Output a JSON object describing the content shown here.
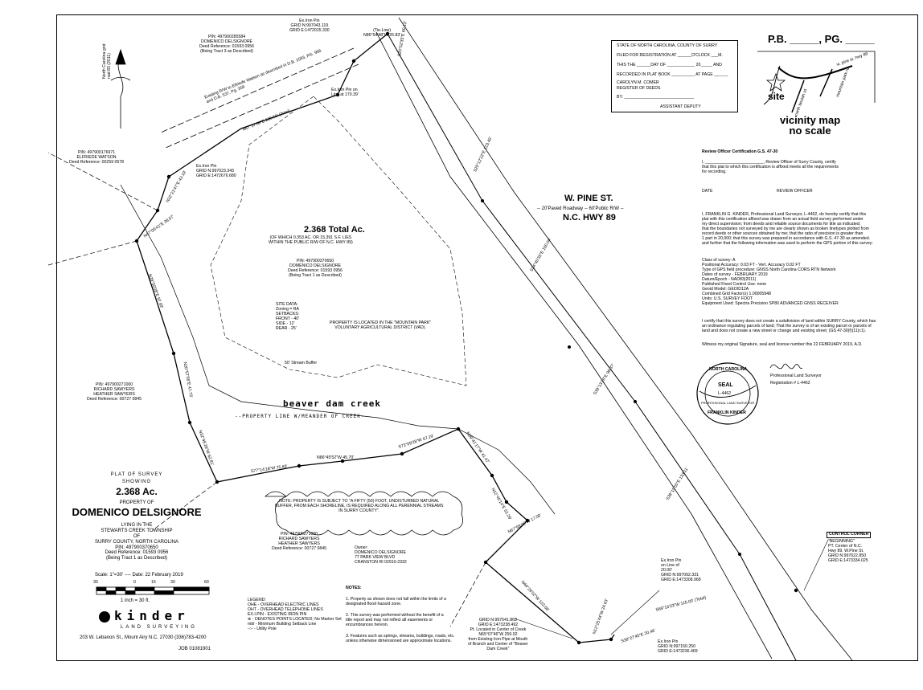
{
  "pb_pg": "P.B. _____, PG. _____",
  "vicinity": {
    "site": "site",
    "title": "vicinity map",
    "subtitle": "no scale",
    "road_a": "w. pine st. hwy 89",
    "road_b": "mountain park rd",
    "road_c": "north beulah rd"
  },
  "registration": {
    "lines": [
      "STATE OF NORTH CAROLINA, COUNTY OF SURRY",
      "FILED FOR REGISTRATION AT ______O'CLOCK ___M.",
      "THIS THE ______DAY OF ____________ 20_____ AND",
      "RECORDED IN PLAT BOOK __________ AT PAGE ______",
      "CAROLYN M. COMER",
      "REGISTER OF DEEDS",
      "BY: ______________________________",
      "ASSISTANT DEPUTY"
    ]
  },
  "review": {
    "title": "Review Officer Certification G.S. 47-30",
    "body": "I, _________________________, Review Officer of Surry County, certify\nthat this plat to which this certification is affixed meets all the requirements\nfor recording.",
    "date_label": "DATE",
    "officer_label": "REVIEW OFFICER"
  },
  "certification": {
    "para1": "I, FRANKLIN G. KINDER, Professional Land Surveyor, L-4462, do hereby certify that this\nplat with this certification affixed was drawn from an actual field survey performed under\nmy direct supervision; from deeds and reliable source documents for title as indicated;\nthat the boundaries not surveyed by me are clearly shown as broken linetypes plotted from\nrecord deeds or other sources obtained by me; that the ratio of precision is greater than\n1 part in 20,000; that this survey was prepared in accordance with G.S. 47-30 as amended.\nand further that the following information was used to perform the GPS portion of this survey:",
    "para2": "Class of survey: A\nPositional Accuracy: 0.03 FT - Vert. Accuracy 0.02 FT\nType of GPS field procedure: GNSS North Carolina CORS RTN Network\nDates of survey - FEBRUARY 2019\nDatum/Epoch - NAD83(2011)\nPublished Fixed Control Use: none\nGeoid Model: GEOID12A\nCombined Grid Factor(s) 1.00005948\nUnits: U.S. SURVEY FOOT\nEquipment Used: Spectra Precision SP80 ADVANCED GNSS RECEIVER",
    "para3": "I certify that this survey does not create a subdivision of land within SURRY County, which has\nan ordinance regulating parcels of land; That the survey is of an existing parcel or parcels of\nland and does not create a new street or change and existing street; (GS 47-30(f)(11)c1).",
    "para4": "Witness my original Signature, seal and license number this 22 FEBRUARY 2019, A.D.",
    "surveyor_title": "Professional Land Surveyor",
    "registration": "Registration # L-4462"
  },
  "seal": {
    "top": "NORTH CAROLINA",
    "middle": "SEAL",
    "license": "L-4462",
    "bottom": "FRANKLIN KINDER",
    "ring": "PROFESSIONAL LAND SURVEYOR"
  },
  "road": {
    "name1": "W. PINE ST.",
    "subtitle": "-- 20'Paved Roadway -- 60'Public R/W --",
    "name2": "N.C. HWY 89"
  },
  "parcel": {
    "total": "2.368 Total Ac.",
    "total_note": "(OF WHICH 0.353 AC. OR 15,391 S.F. LIES\nWITHIN THE PUBLIC R/W OF N.C. HWY 89)",
    "pin": "PIN: 497900370650\nDOMENICO DELSIGNORE\nDeed Reference: 01593 0956\n(Being Tract 1 as Described)",
    "site_data": "SITE DATA:\nZoning = RA\nSETBACKS:\nFRONT - 40'\nSIDE - 12'\nREAR - 25'",
    "district": "PROPERTY IS LOCATED IN THE \"MOUNTAIN PARK\"\nVOLUNTARY AGRICULTURAL DISTRICT (VAD).",
    "buffer": "50' Stream Buffer"
  },
  "creek": {
    "name": "beaver dam creek",
    "line": "--PROPERTY LINE W/MEANDER OF CREEK--"
  },
  "adjoiners": {
    "top": "PIN: 497900285584\nDOMENICO DELSIGNORE\nDeed Reference: 01593 0956\n(Being Tract 3 as Described)",
    "left": "PIN: 497900176971\nELFRIEDE WATSON\nDeed Reference: 00259 0578",
    "sawyers1": "PIN: 497900271000\nRICHARD SAWYERS\nHEATHER SAWYERS\nDeed Reference: 00727 0845",
    "sawyers2": "PIN: 497900271000\nRICHARD SAWYERS\nHEATHER SAWYERS\nDeed Reference: 00727 0845",
    "owner": "Owner:\nDOMENICO DELSIGNORE\n77 PARK VIEW BLVD\nCRANSTON RI 02910-2332",
    "nc_road": "North Carolina grid\nnad 83 (2011)"
  },
  "bearings": {
    "b1": "S20°52'35\"E 60.13'",
    "b2": "S25°12'22\"E 123.40'",
    "b3": "S34°40'35\"E 100.04'",
    "b4": "S39°13'28\"E 96.37'",
    "b5": "S38°15'55\"E 133.11'",
    "b6": "N67°37'06\"E 205.50' (Total)",
    "b7": "N32°21'47\"E 43.19'",
    "b8": "N47°05'41\"E 28.57'",
    "b9": "N29°30'08\"E 97.69'",
    "b10": "N20°57'56\"E 47.73'",
    "b11": "N32°45'28\"W 62.81'",
    "b12": "S77°14'18\"W 75.83'",
    "b13": "N86°45'52\"W 45.70'",
    "b14": "S73°09'28\"W 67.19'",
    "b15": "N39°41'17\"W 41.47'",
    "b16": "N12°45'14\"E 52.29'",
    "b17": "N67°58'45\"W 17.00'",
    "b18": "N44°29'02\"W 103.68'",
    "b19": "N12°25'44\"W 24.63'",
    "b20": "S69°16'23\"W 115.00' (Total)",
    "b21": "S38°27'45\"E 20.46'",
    "tie": "(Tie-Line)\nN86°54'48\"W 26.83'",
    "row": "Existing R/W to Elfriede Watson as described in D.B. 1593, PG. 956\nand D.B. 537, Pg. 359"
  },
  "pins": {
    "p1": "Ex.Iron Pin\nGRID N:997043.119\nGRID E:1472015.330",
    "p2": "Ex.Iron Pin\nGRID N:997023.343\nGRID E:1472676.680",
    "p3": "Ex.Iron Pin on\nLine at 170.39'",
    "p4": "Ex.Iron Pin\non Line of\n20.00'\nGRID N:997092.331\nGRID E:1473308.968",
    "p5": "GRID N:997541.863\nGRID E:1473238.492\nPt. Located in Center of Creek\nN65°07'46\"W 259.02\nfrom Existing Iron Pipe at Mouth\nof Branch and Center of \"Beaver\nDam Creek\"",
    "p6": "Ex.Iron Pin\nGRID N:997150.250\nGRID E:1473236.469",
    "control_title": "CONTROL CORNER",
    "control": "\"BEGINNING\"\nPT. Center of N.C.\nHwy 89, W.Pine St.\nGRID N:997622.850\nGRID E:1473334.025"
  },
  "note_cloud": "NOTE: PROPERTY IS SUBJECT TO \"A FIFTY (50) FOOT, UNDISTURBED NATURAL\nBUFFER, FROM EACH SHORELINE, IS REQUIRED ALONG ALL PERENNIAL STREAMS\nIN SURRY COUNTY\".",
  "title_block": {
    "l1": "PLAT OF SURVEY",
    "l2": "SHOWING",
    "acres": "2.368 Ac.",
    "l3": "PROPERTY OF",
    "owner": "DOMENICO DELSIGNORE",
    "l4": "LYING IN THE\nSTEWARTS CREEK TOWNSHIP\nOF\nSURRY COUNTY, NORTH CAROLINA\nPIN: 497900370650\nDeed Reference: 01593 0956\n(Being Tract 1 as Described)",
    "scale": "Scale: 1\"=30' ---- Date: 22 February 2019",
    "ticks": [
      "30",
      "0",
      "15",
      "30",
      "60"
    ],
    "inch": "1 inch = 30 ft."
  },
  "company": {
    "name": "kinder",
    "sub": "LAND SURVEYING",
    "address": "203 W. Lebanon St., Mount Airy N.C. 27030 (336)783-4200",
    "job": "JOB 01081901"
  },
  "legend": "LEGEND:\nOHE - OVERHEAD ELECTRIC LINES\nOHT - OVERHEAD TELEPHONE LINES\nEX.I.PIN - EXISTING IRON PIN\n⊕ - DENOTES POINTS LOCATED; No Marker Set\nmbl - Minimum Building Setback Line\n-○- - Utility Pole",
  "notes": {
    "title": "NOTES:",
    "n1": "1.  Property as shown does not fall within the limits of a\n     designated flood hazard zone.",
    "n2": "2.  This survey was performed without the benefit of a\n     title report and may not reflect all easements or\n     encumbrances hereon.",
    "n3": "3.  Features such as springs, streams, buildings, roads, etc.\n     unless otherwise dimensioned are approximate locations."
  }
}
